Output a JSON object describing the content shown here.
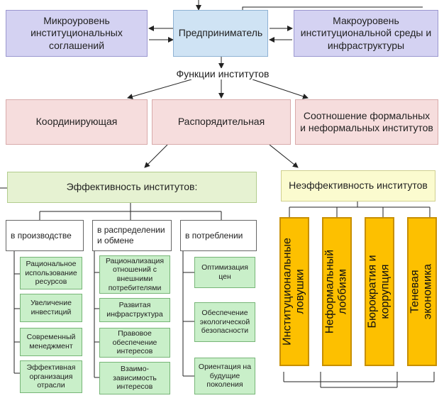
{
  "top": {
    "micro": "Микроуровень институциональных соглашений",
    "entrepreneur": "Предприниматель",
    "macro": "Макроуровень институциональной среды и инфраструктуры"
  },
  "functions_label": "Функции институтов",
  "functions": {
    "coordinating": "Координирующая",
    "distributive": "Распорядительная",
    "ratio": "Соотношение формальных и неформальных институтов"
  },
  "efficiency": {
    "title": "Эффективность институтов:",
    "columns": [
      {
        "label": "в производстве",
        "items": [
          "Рациональное использование ресурсов",
          "Увеличение инвестиций",
          "Современный менеджмент",
          "Эффективная организация отрасли"
        ]
      },
      {
        "label": "в распределении и обмене",
        "items": [
          "Рационализация отношений с внешними потребителями",
          "Развитая инфраструктура",
          "Правовое обеспечение интересов",
          "Взаимо-зависимость интересов"
        ]
      },
      {
        "label": "в потреблении",
        "items": [
          "Оптимизация цен",
          "Обеспечение экологической безопасности",
          "Ориентация на будущие поколения"
        ]
      }
    ]
  },
  "inefficiency": {
    "title": "Неэффективность институтов",
    "items": [
      "Институциональные ловушки",
      "Неформальный лоббизм",
      "Бюрократия и коррупция",
      "Теневая экономика"
    ]
  }
}
